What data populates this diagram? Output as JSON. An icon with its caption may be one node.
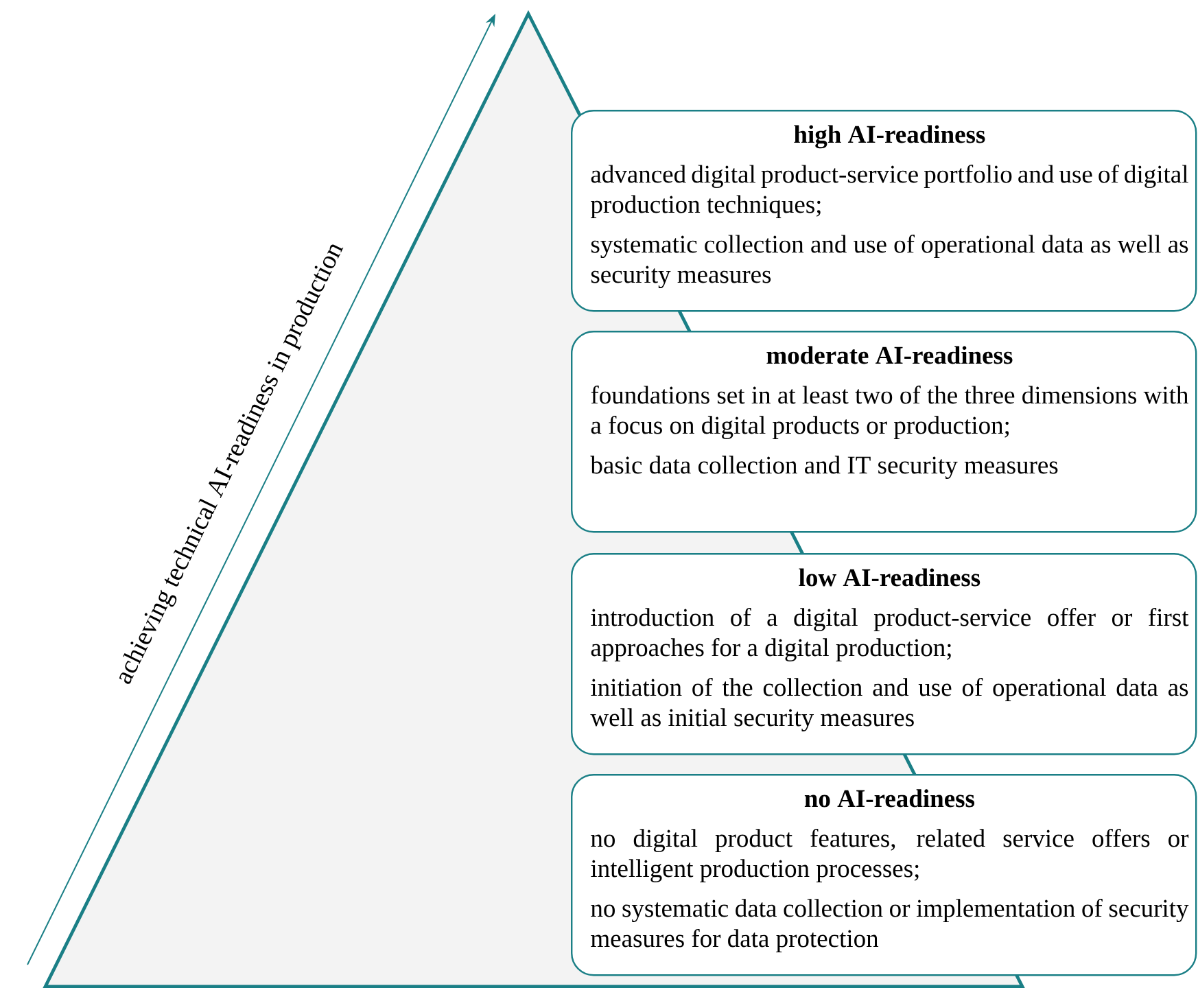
{
  "diagram": {
    "nodes": [
      {
        "text": [
          "high AI-readiness",
          "advanced digital product-service portfolio and use of digital production techniques;",
          "systematic collection and use of operational data as well as security measures"
        ]
      },
      {
        "text": [
          "moderate AI-readiness",
          "foundations set in at least two of the three dimensions with a focus on digital products or production;",
          "basic data collection and IT security measures"
        ]
      },
      {
        "text": [
          "low AI-readiness",
          "introduction of a digital product-service offer or first approaches for a digital production;",
          "initiation of the collection and use of operational data as well as initial security measures"
        ]
      },
      {
        "text": [
          "no AI-readiness",
          "no digital product features, related service offers or intelligent production processes;",
          "no systematic data collection or implementation of security measures for data protection"
        ]
      }
    ],
    "labels": [
      "achieving technical AI-readiness in production"
    ]
  }
}
